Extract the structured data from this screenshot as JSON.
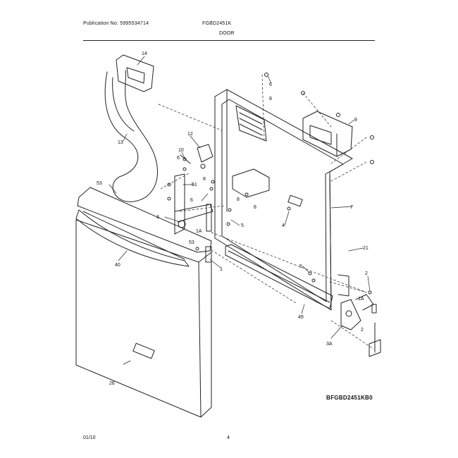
{
  "header": {
    "publication": "Publication No: 5995534714",
    "model": "FGBD2451K",
    "section": "DOOR"
  },
  "diagram": {
    "part_labels": [
      "14",
      "13",
      "12",
      "10",
      "6",
      "9",
      "8",
      "51",
      "53",
      "3",
      "1A",
      "5",
      "40",
      "26",
      "4",
      "7",
      "21",
      "2",
      "3A",
      "49",
      "1"
    ],
    "figure_code": "BFGBD2451KB0"
  },
  "footer": {
    "date": "01/10",
    "page": "4"
  }
}
